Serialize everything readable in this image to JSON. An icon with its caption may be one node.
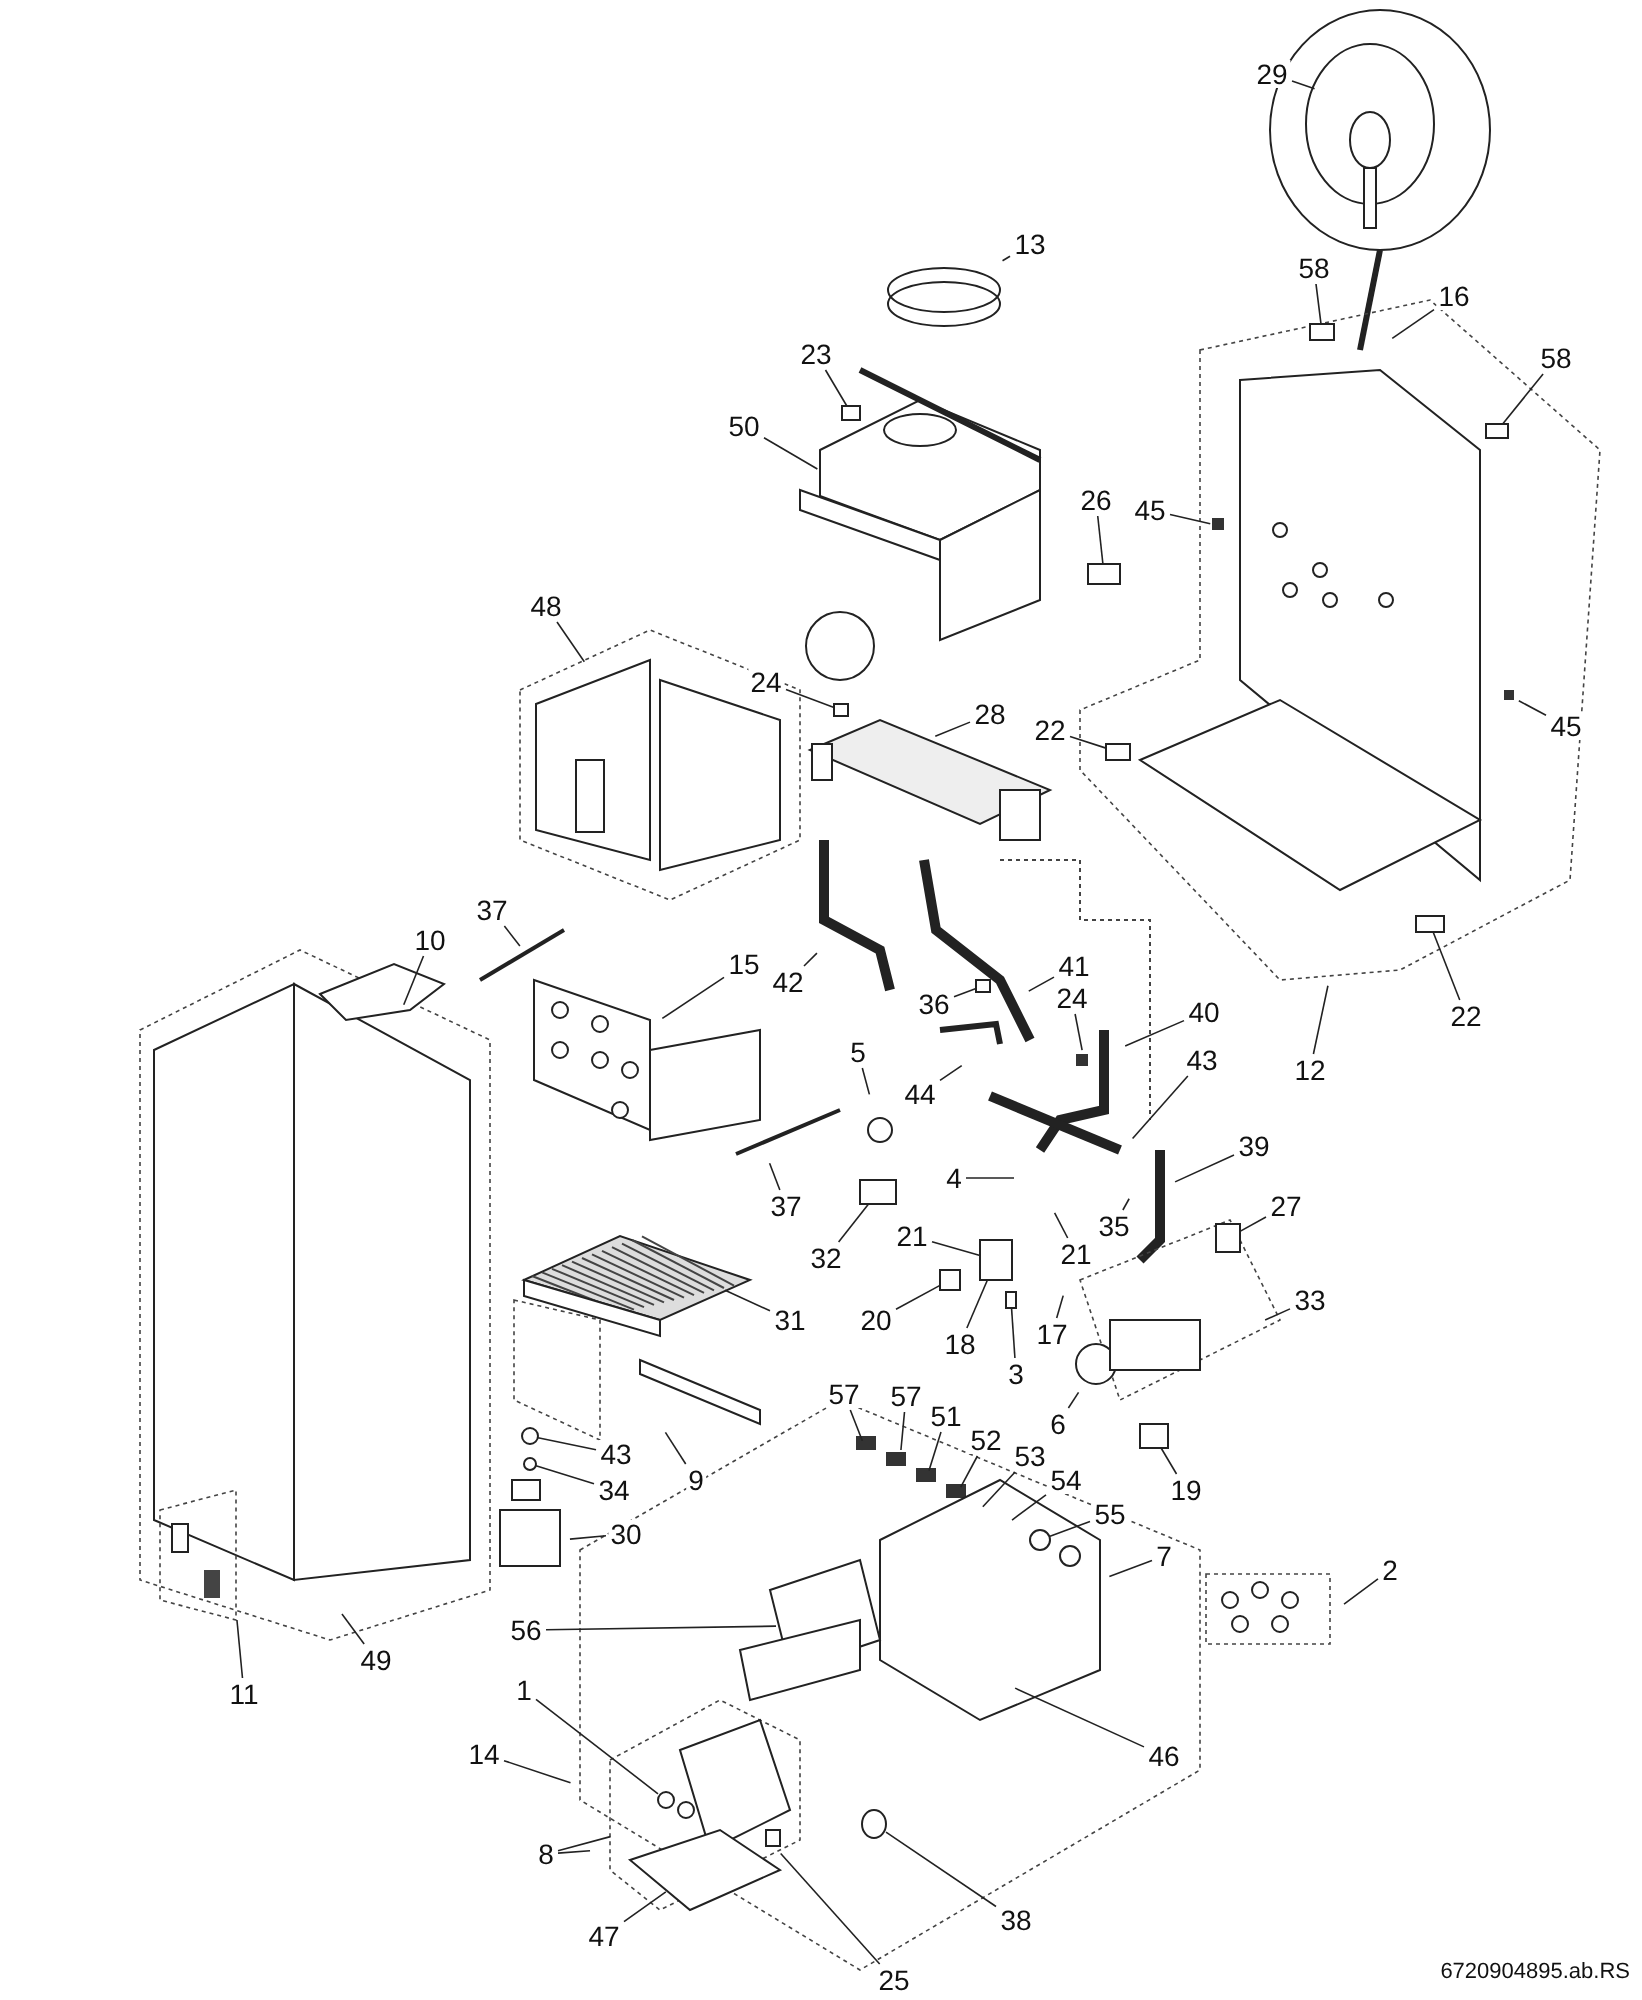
{
  "diagram": {
    "nodes": [
      {
        "text": [
          "29"
        ]
      },
      {
        "text": [
          "13"
        ]
      },
      {
        "text": [
          "58"
        ]
      },
      {
        "text": [
          "16"
        ]
      },
      {
        "text": [
          "23"
        ]
      },
      {
        "text": [
          "58"
        ]
      },
      {
        "text": [
          "50"
        ]
      },
      {
        "text": [
          "26"
        ]
      },
      {
        "text": [
          "45"
        ]
      },
      {
        "text": [
          "48"
        ]
      },
      {
        "text": [
          "24"
        ]
      },
      {
        "text": [
          "28"
        ]
      },
      {
        "text": [
          "22"
        ]
      },
      {
        "text": [
          "45"
        ]
      },
      {
        "text": [
          "37"
        ]
      },
      {
        "text": [
          "10"
        ]
      },
      {
        "text": [
          "15"
        ]
      },
      {
        "text": [
          "41"
        ]
      },
      {
        "text": [
          "42"
        ]
      },
      {
        "text": [
          "36"
        ]
      },
      {
        "text": [
          "24"
        ]
      },
      {
        "text": [
          "40"
        ]
      },
      {
        "text": [
          "22"
        ]
      },
      {
        "text": [
          "5"
        ]
      },
      {
        "text": [
          "43"
        ]
      },
      {
        "text": [
          "12"
        ]
      },
      {
        "text": [
          "44"
        ]
      },
      {
        "text": [
          "39"
        ]
      },
      {
        "text": [
          "4"
        ]
      },
      {
        "text": [
          "37"
        ]
      },
      {
        "text": [
          "27"
        ]
      },
      {
        "text": [
          "35"
        ]
      },
      {
        "text": [
          "21"
        ]
      },
      {
        "text": [
          "21"
        ]
      },
      {
        "text": [
          "32"
        ]
      },
      {
        "text": [
          "33"
        ]
      },
      {
        "text": [
          "31"
        ]
      },
      {
        "text": [
          "20"
        ]
      },
      {
        "text": [
          "17"
        ]
      },
      {
        "text": [
          "18"
        ]
      },
      {
        "text": [
          "3"
        ]
      },
      {
        "text": [
          "57"
        ]
      },
      {
        "text": [
          "57"
        ]
      },
      {
        "text": [
          "51"
        ]
      },
      {
        "text": [
          "6"
        ]
      },
      {
        "text": [
          "52"
        ]
      },
      {
        "text": [
          "43"
        ]
      },
      {
        "text": [
          "53"
        ]
      },
      {
        "text": [
          "9"
        ]
      },
      {
        "text": [
          "54"
        ]
      },
      {
        "text": [
          "34"
        ]
      },
      {
        "text": [
          "19"
        ]
      },
      {
        "text": [
          "55"
        ]
      },
      {
        "text": [
          "30"
        ]
      },
      {
        "text": [
          "7"
        ]
      },
      {
        "text": [
          "2"
        ]
      },
      {
        "text": [
          "56"
        ]
      },
      {
        "text": [
          "49"
        ]
      },
      {
        "text": [
          "1"
        ]
      },
      {
        "text": [
          "11"
        ]
      },
      {
        "text": [
          "14"
        ]
      },
      {
        "text": [
          "46"
        ]
      },
      {
        "text": [
          "8"
        ]
      },
      {
        "text": [
          "38"
        ]
      },
      {
        "text": [
          "47"
        ]
      },
      {
        "text": [
          "25"
        ]
      },
      {
        "text": [],
        "shape": "box"
      },
      {
        "text": [],
        "shape": "box"
      },
      {
        "text": [],
        "shape": "box"
      },
      {
        "text": [],
        "shape": "box"
      },
      {
        "text": [],
        "shape": "box"
      },
      {
        "text": [],
        "shape": "box"
      },
      {
        "text": [],
        "shape": "box"
      },
      {
        "text": [],
        "shape": "box"
      },
      {
        "text": [],
        "shape": "box"
      },
      {
        "text": [],
        "shape": "box"
      },
      {
        "text": [],
        "shape": "box"
      },
      {
        "text": [],
        "shape": "box"
      },
      {
        "text": [],
        "shape": "box"
      },
      {
        "text": [],
        "shape": "circle"
      },
      {
        "text": [],
        "shape": "circle"
      },
      {
        "text": [],
        "shape": "box"
      },
      {
        "text": [],
        "shape": "circle"
      },
      {
        "text": [],
        "shape": "circle"
      },
      {
        "text": [],
        "shape": "circle"
      }
    ],
    "edges": [
      {
        "from": 0,
        "to": null,
        "arrow": "none"
      },
      {
        "from": 1,
        "to": null,
        "arrow": "none"
      },
      {
        "from": 2,
        "to": 66,
        "arrow": "none"
      },
      {
        "from": 3,
        "to": null,
        "arrow": "none"
      },
      {
        "from": 4,
        "to": 67,
        "arrow": "none"
      },
      {
        "from": 5,
        "to": 68,
        "arrow": "none"
      },
      {
        "from": 6,
        "to": null,
        "arrow": "none"
      },
      {
        "from": 7,
        "to": 69,
        "arrow": "none"
      },
      {
        "from": 8,
        "to": null,
        "arrow": "none"
      },
      {
        "from": 9,
        "to": null,
        "arrow": "none"
      },
      {
        "from": 10,
        "to": 70,
        "arrow": "none"
      },
      {
        "from": 11,
        "to": null,
        "arrow": "none"
      },
      {
        "from": 12,
        "to": 71,
        "arrow": "none"
      },
      {
        "from": 13,
        "to": null,
        "arrow": "none"
      },
      {
        "from": 14,
        "to": null,
        "arrow": "none"
      },
      {
        "from": 15,
        "to": null,
        "arrow": "none"
      },
      {
        "from": 16,
        "to": null,
        "arrow": "none"
      },
      {
        "from": 17,
        "to": null,
        "arrow": "none"
      },
      {
        "from": 18,
        "to": null,
        "arrow": "none"
      },
      {
        "from": 19,
        "to": 72,
        "arrow": "none"
      },
      {
        "from": 20,
        "to": null,
        "arrow": "none"
      },
      {
        "from": 21,
        "to": null,
        "arrow": "none"
      },
      {
        "from": 22,
        "to": 73,
        "arrow": "none"
      },
      {
        "from": 23,
        "to": null,
        "arrow": "none"
      },
      {
        "from": 24,
        "to": null,
        "arrow": "none"
      },
      {
        "from": 25,
        "to": null,
        "arrow": "none"
      },
      {
        "from": 26,
        "to": null,
        "arrow": "none"
      },
      {
        "from": 27,
        "to": null,
        "arrow": "none"
      },
      {
        "from": 28,
        "to": null,
        "arrow": "none"
      },
      {
        "from": 29,
        "to": null,
        "arrow": "none"
      },
      {
        "from": 30,
        "to": 74,
        "arrow": "none"
      },
      {
        "from": 31,
        "to": null,
        "arrow": "none"
      },
      {
        "from": 32,
        "to": 77,
        "arrow": "none"
      },
      {
        "from": 33,
        "to": null,
        "arrow": "none"
      },
      {
        "from": 34,
        "to": 75,
        "arrow": "none"
      },
      {
        "from": 35,
        "to": null,
        "arrow": "none"
      },
      {
        "from": 36,
        "to": null,
        "arrow": "none"
      },
      {
        "from": 37,
        "to": 76,
        "arrow": "none"
      },
      {
        "from": 38,
        "to": null,
        "arrow": "none"
      },
      {
        "from": 39,
        "to": 77,
        "arrow": "none"
      },
      {
        "from": 40,
        "to": 78,
        "arrow": "none"
      },
      {
        "from": 41,
        "to": null,
        "arrow": "none"
      },
      {
        "from": 42,
        "to": null,
        "arrow": "none"
      },
      {
        "from": 43,
        "to": null,
        "arrow": "none"
      },
      {
        "from": 44,
        "to": null,
        "arrow": "none"
      },
      {
        "from": 45,
        "to": null,
        "arrow": "none"
      },
      {
        "from": 46,
        "to": 79,
        "arrow": "none"
      },
      {
        "from": 47,
        "to": null,
        "arrow": "none"
      },
      {
        "from": 48,
        "to": null,
        "arrow": "none"
      },
      {
        "from": 49,
        "to": null,
        "arrow": "none"
      },
      {
        "from": 50,
        "to": 80,
        "arrow": "none"
      },
      {
        "from": 51,
        "to": 81,
        "arrow": "none"
      },
      {
        "from": 52,
        "to": 82,
        "arrow": "none"
      },
      {
        "from": 53,
        "to": null,
        "arrow": "none"
      },
      {
        "from": 54,
        "to": null,
        "arrow": "none"
      },
      {
        "from": 55,
        "to": null,
        "arrow": "none"
      },
      {
        "from": 56,
        "to": null,
        "arrow": "none"
      },
      {
        "from": 57,
        "to": null,
        "arrow": "none"
      },
      {
        "from": 58,
        "to": 83,
        "arrow": "none"
      },
      {
        "from": 59,
        "to": null,
        "arrow": "none"
      },
      {
        "from": 60,
        "to": null,
        "arrow": "none"
      },
      {
        "from": 61,
        "to": null,
        "arrow": "none"
      },
      {
        "from": 62,
        "to": null,
        "arrow": "none"
      },
      {
        "from": 62,
        "to": null,
        "arrow": "none"
      },
      {
        "from": 63,
        "to": 84,
        "arrow": "none"
      },
      {
        "from": 64,
        "to": null,
        "arrow": "none"
      },
      {
        "from": 65,
        "to": null,
        "arrow": "none"
      }
    ],
    "labels": [
      "6720904895.ab.RS"
    ]
  }
}
